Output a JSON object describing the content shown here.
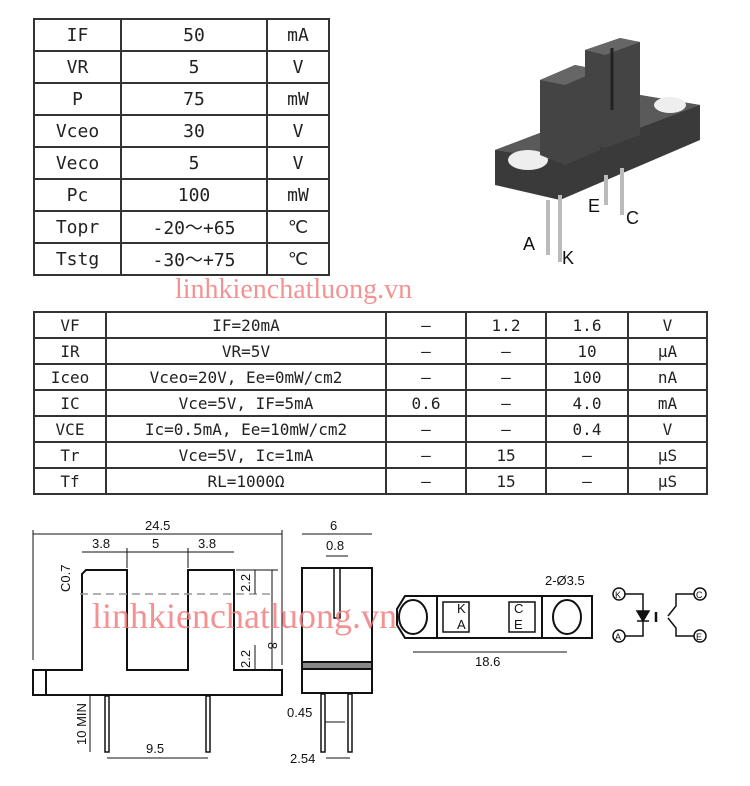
{
  "watermark": "linhkienchatluong.vn",
  "absolute_max_ratings": [
    [
      "IF",
      "50",
      "mA"
    ],
    [
      "VR",
      "5",
      "V"
    ],
    [
      "P",
      "75",
      "mW"
    ],
    [
      "Vceo",
      "30",
      "V"
    ],
    [
      "Veco",
      "5",
      "V"
    ],
    [
      "Pc",
      "100",
      "mW"
    ],
    [
      "Topr",
      "-20～+65",
      "℃"
    ],
    [
      "Tstg",
      "-30～+75",
      "℃"
    ]
  ],
  "photo_labels": {
    "a": "A",
    "k": "K",
    "e": "E",
    "c": "C"
  },
  "electrical": [
    [
      "VF",
      "IF=20mA",
      "–",
      "1.2",
      "1.6",
      "V"
    ],
    [
      "IR",
      "VR=5V",
      "–",
      "–",
      "10",
      "μA"
    ],
    [
      "Iceo",
      "Vceo=20V, Ee=0mW/cm2",
      "–",
      "–",
      "100",
      "nA"
    ],
    [
      "IC",
      "Vce=5V, IF=5mA",
      "0.6",
      "–",
      "4.0",
      "mA"
    ],
    [
      "VCE",
      "Ic=0.5mA, Ee=10mW/cm2",
      "–",
      "–",
      "0.4",
      "V"
    ],
    [
      "Tr",
      "Vce=5V, Ic=1mA",
      "–",
      "15",
      "–",
      "μS"
    ],
    [
      "Tf",
      "RL=1000Ω",
      "–",
      "15",
      "–",
      "μS"
    ]
  ],
  "dimensions": {
    "total_width": "24.5",
    "prong_w": "3.8",
    "gap": "5",
    "chamfer": "C0.7",
    "top_h": "2.2",
    "bottom_h": "2.2",
    "height": "8",
    "pin_len": "10 MIN",
    "pin_pitch": "9.5",
    "side_w": "6",
    "slit": "0.8",
    "pin_d": "0.45",
    "pin_pitch2": "2.54",
    "holes": "2-Ø3.5",
    "hole_pitch": "18.6",
    "pin_k": "K",
    "pin_a": "A",
    "pin_c": "C",
    "pin_e": "E"
  }
}
